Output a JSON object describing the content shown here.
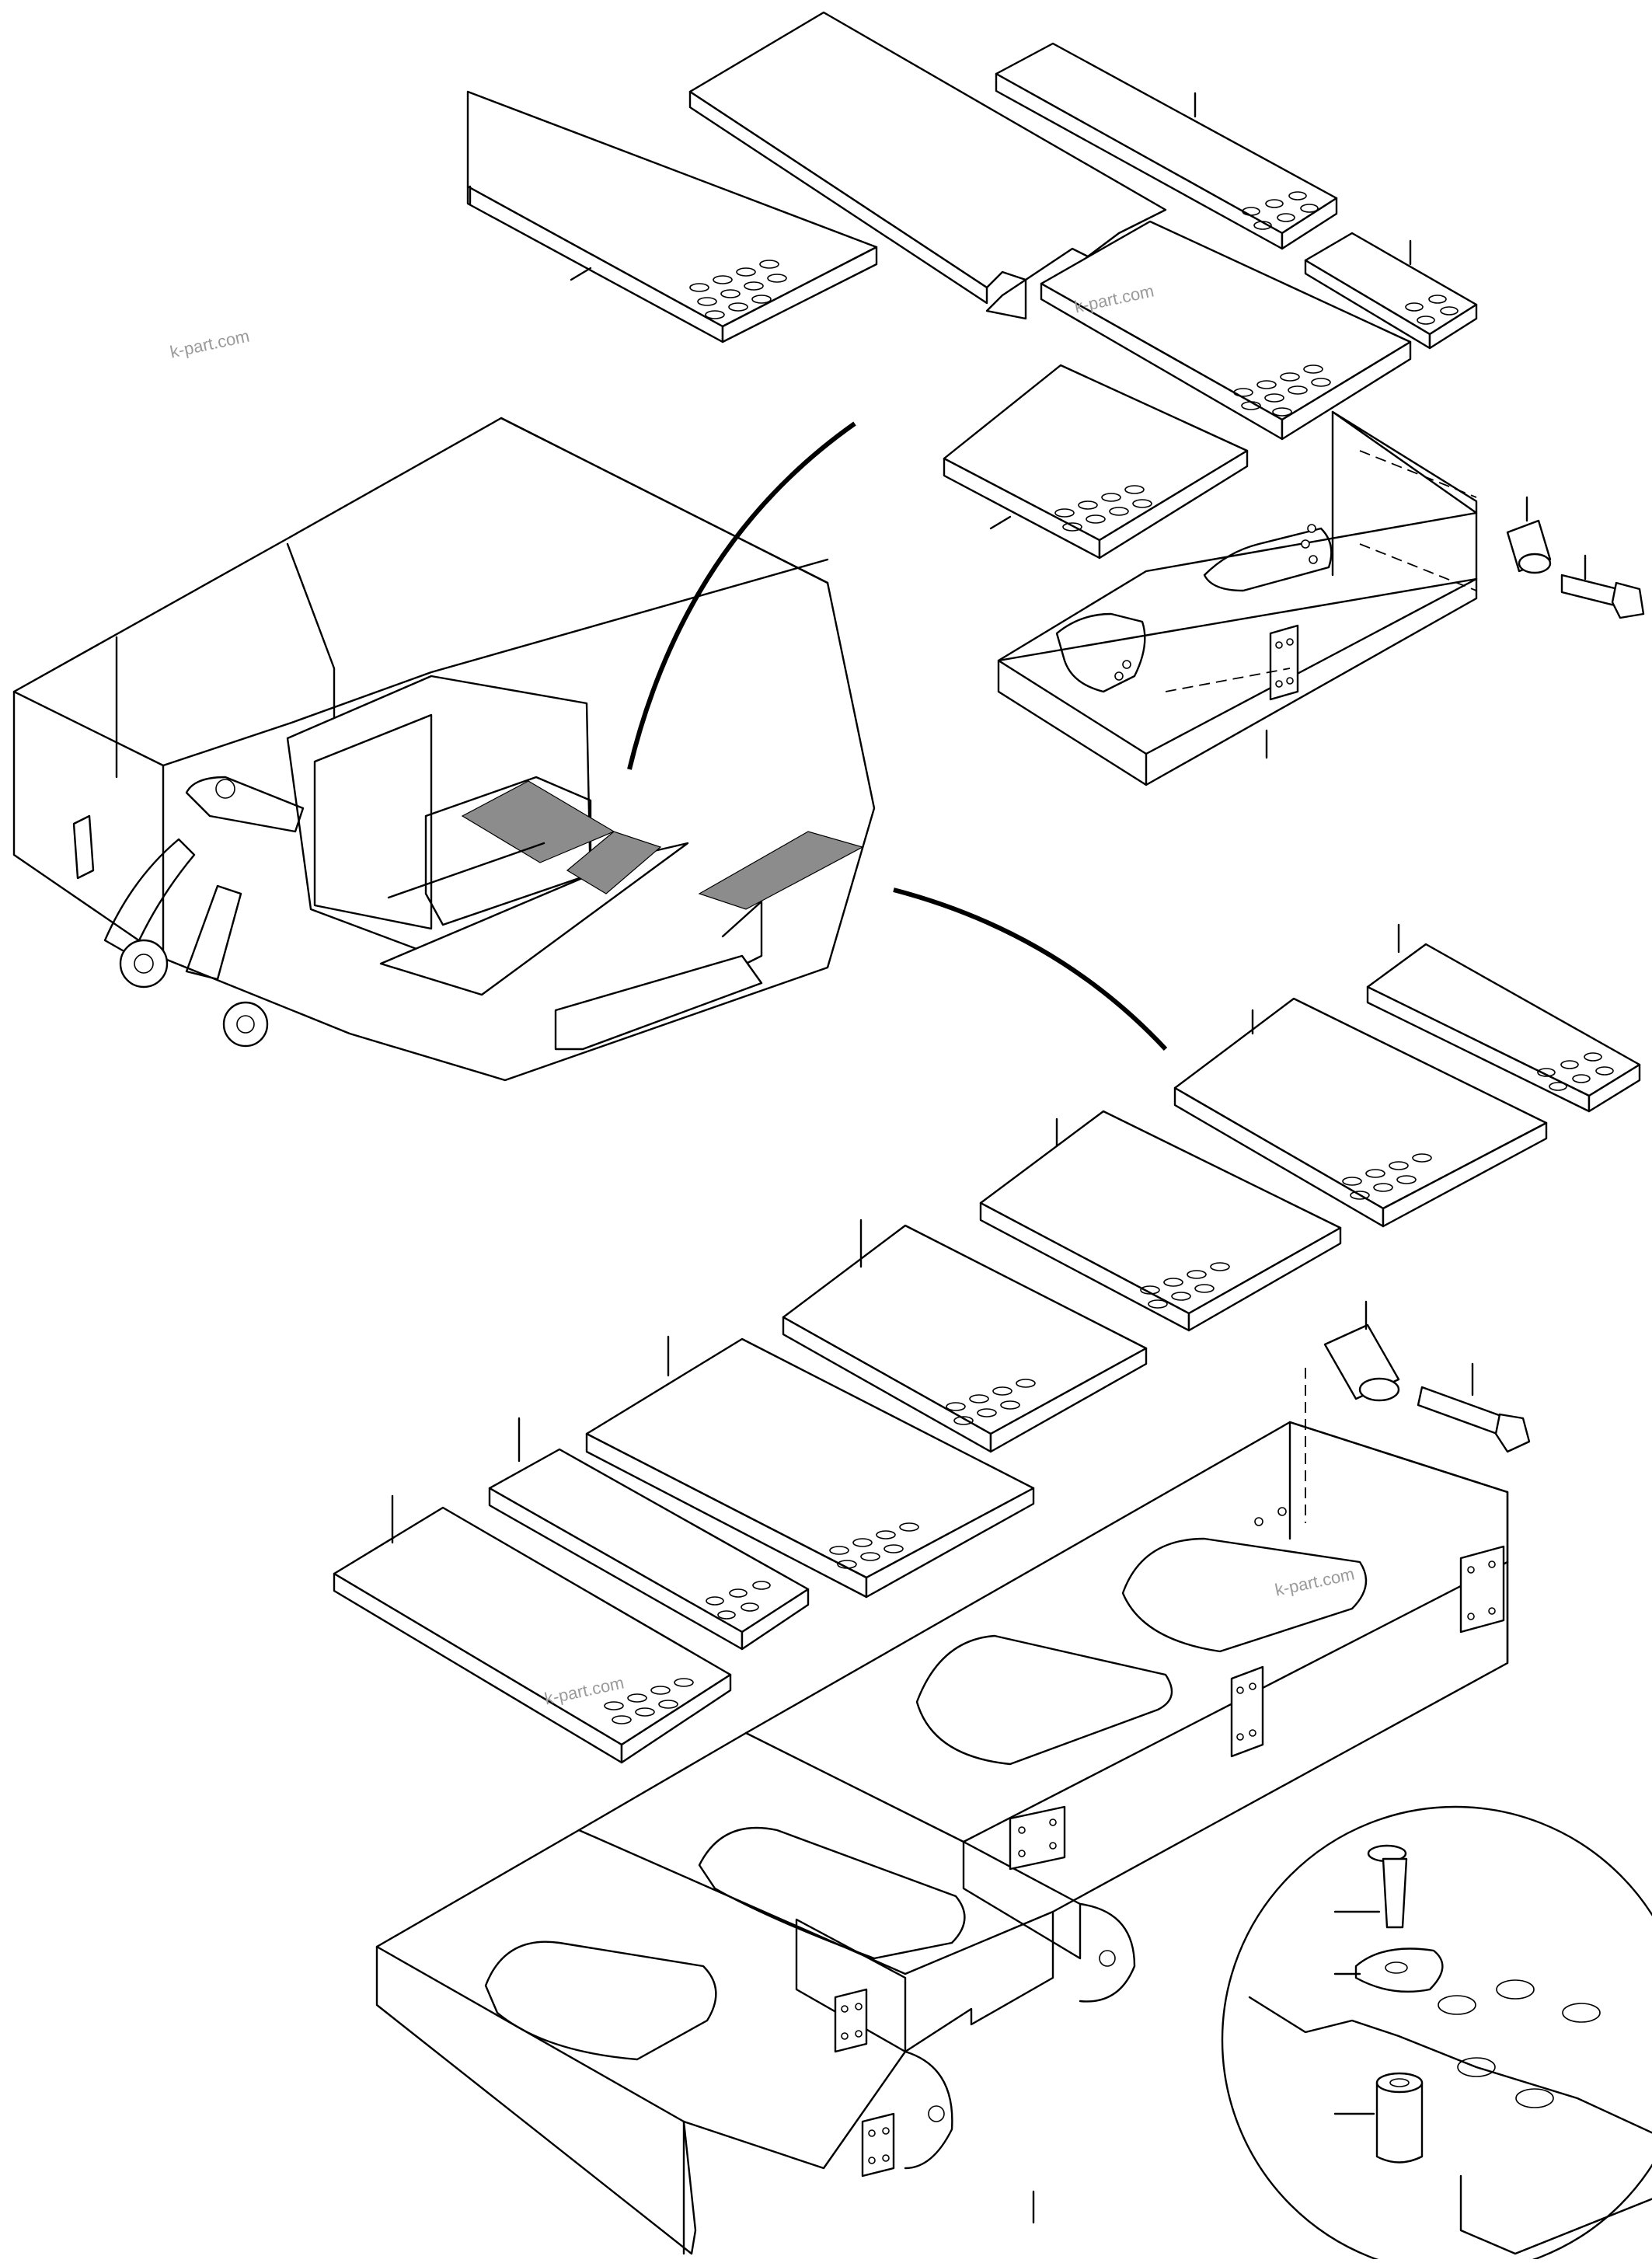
{
  "watermark": {
    "text": "k-part.com"
  },
  "colors": {
    "line": "#000000",
    "background": "#ffffff",
    "watermark": "#9a9a9a",
    "shading": "#8c8c8c"
  },
  "parts": [
    "top-cover-plate-left",
    "top-cover-plate-long",
    "top-cover-plate-narrow",
    "top-cover-plate-short",
    "top-cover-plate-mid",
    "top-cover-plate-small",
    "top-frame",
    "top-spacer",
    "top-bolt",
    "machine-overview",
    "bottom-cover-plate-1",
    "bottom-cover-plate-2",
    "bottom-cover-plate-3",
    "bottom-cover-plate-4",
    "bottom-cover-plate-5",
    "bottom-cover-plate-6",
    "bottom-cover-plate-7",
    "bottom-frame",
    "bottom-spacer",
    "bottom-bolt",
    "detail-screw",
    "detail-washer",
    "detail-spacer"
  ]
}
